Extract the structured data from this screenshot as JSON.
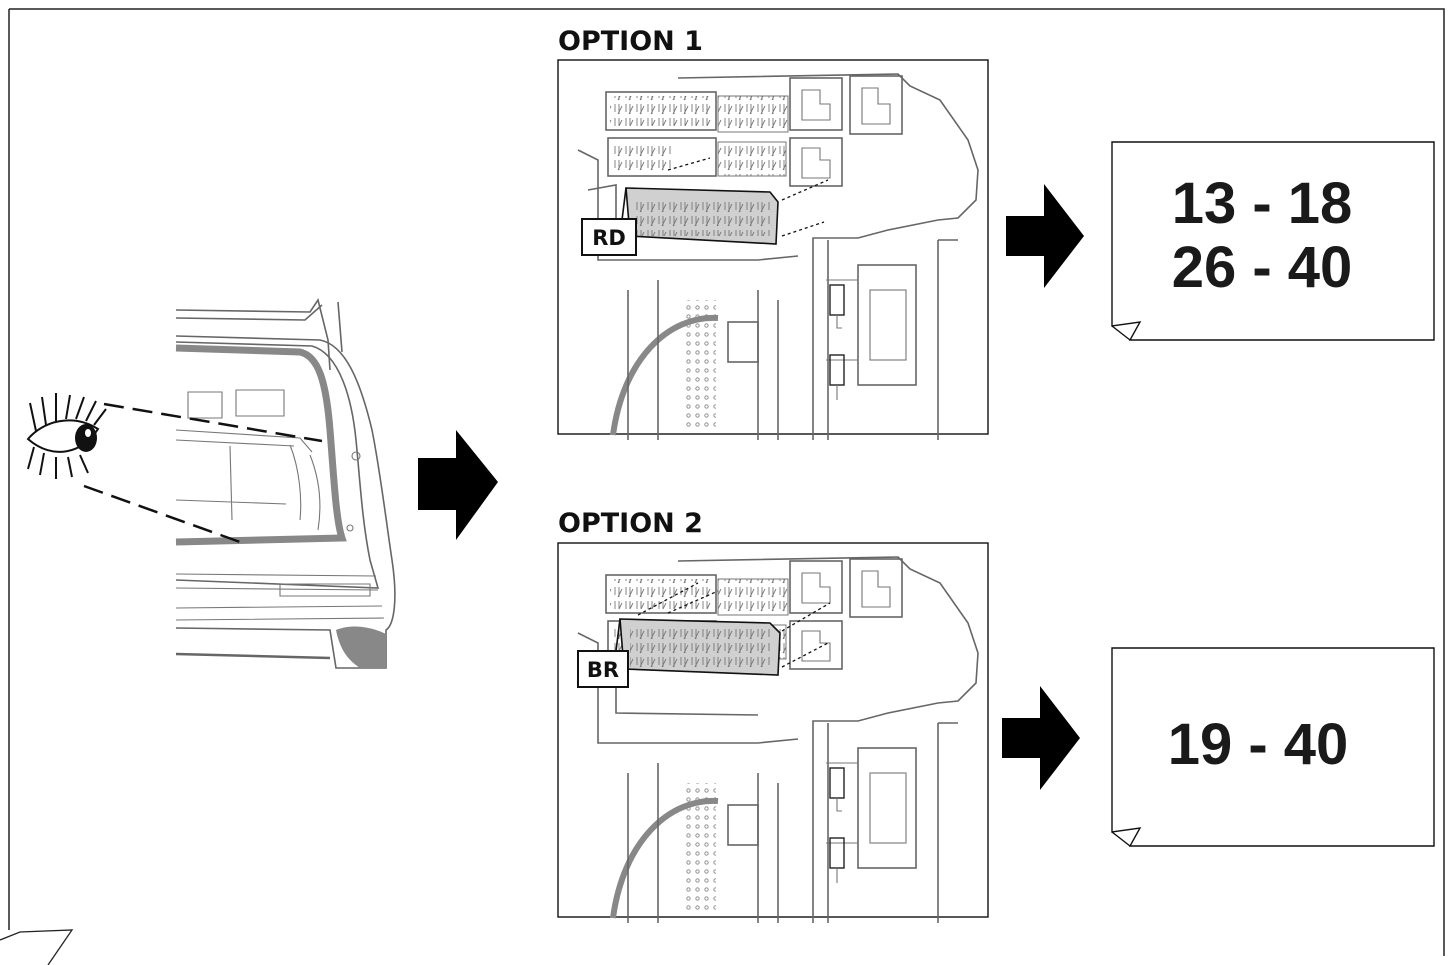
{
  "options": [
    {
      "heading": "OPTION 1",
      "tag": "RD",
      "ranges": [
        "13 - 18",
        "26 - 40"
      ]
    },
    {
      "heading": "OPTION 2",
      "tag": "BR",
      "ranges": [
        "19 - 40"
      ]
    }
  ],
  "colors": {
    "arrow": "#000000",
    "line": "#666666",
    "fuse_block": "#d0d0d0",
    "body_dark": "#888888"
  }
}
